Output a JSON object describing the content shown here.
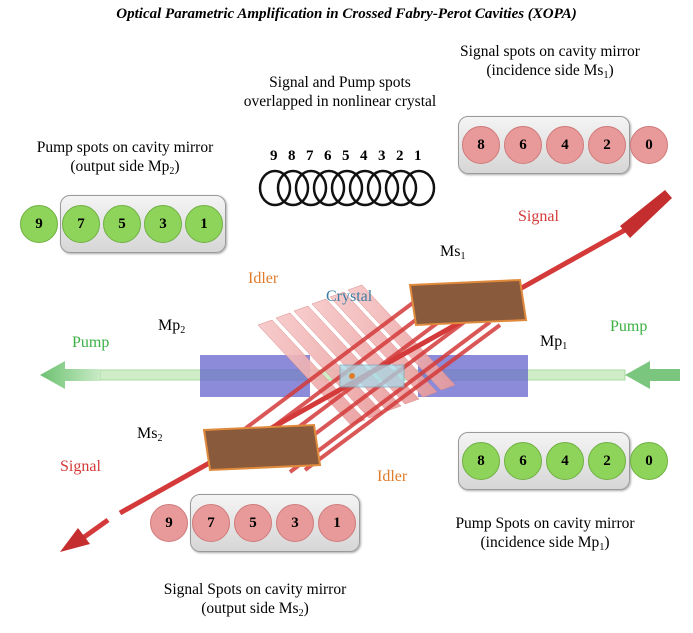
{
  "title": "Optical Parametric Amplification in Crossed Fabry-Perot Cavities (XOPA)",
  "captions": {
    "signal_pump_overlap": [
      "Signal and Pump spots",
      "overlapped in nonlinear crystal"
    ],
    "signal_incidence": [
      "Signal spots on cavity mirror",
      "(incidence side Ms",
      "1",
      ")"
    ],
    "pump_output": [
      "Pump spots on cavity mirror",
      "(output side Mp",
      "2",
      ")"
    ],
    "pump_incidence": [
      "Pump Spots on cavity mirror",
      "(incidence side Mp",
      "1",
      ")"
    ],
    "signal_output": [
      "Signal Spots on cavity mirror",
      "(output side Ms",
      "2",
      ")"
    ]
  },
  "crystal_numbers": [
    "9",
    "8",
    "7",
    "6",
    "5",
    "4",
    "3",
    "2",
    "1"
  ],
  "spots": {
    "pump_output": [
      "9",
      "7",
      "5",
      "3",
      "1"
    ],
    "signal_incidence": [
      "8",
      "6",
      "4",
      "2",
      "0"
    ],
    "pump_incidence": [
      "8",
      "6",
      "4",
      "2",
      "0"
    ],
    "signal_output": [
      "9",
      "7",
      "5",
      "3",
      "1"
    ]
  },
  "labels": {
    "signal_top": "Signal",
    "signal_bottom": "Signal",
    "idler_top": "Idler",
    "idler_bottom": "Idler",
    "crystal": "Crystal",
    "pump_left": "Pump",
    "pump_right": "Pump",
    "ms1": "Ms",
    "ms1_sub": "1",
    "ms2": "Ms",
    "ms2_sub": "2",
    "mp1": "Mp",
    "mp1_sub": "1",
    "mp2": "Mp",
    "mp2_sub": "2"
  },
  "colors": {
    "signal": "#d94040",
    "idler": "#e07b2a",
    "pump": "#3cb043",
    "crystal": "#3e7ea3",
    "pump_spot": "#8fd45a",
    "signal_spot": "#e89a9a",
    "mirror_mp": "#6f6fd0",
    "mirror_ms": "#8a5a3c"
  }
}
